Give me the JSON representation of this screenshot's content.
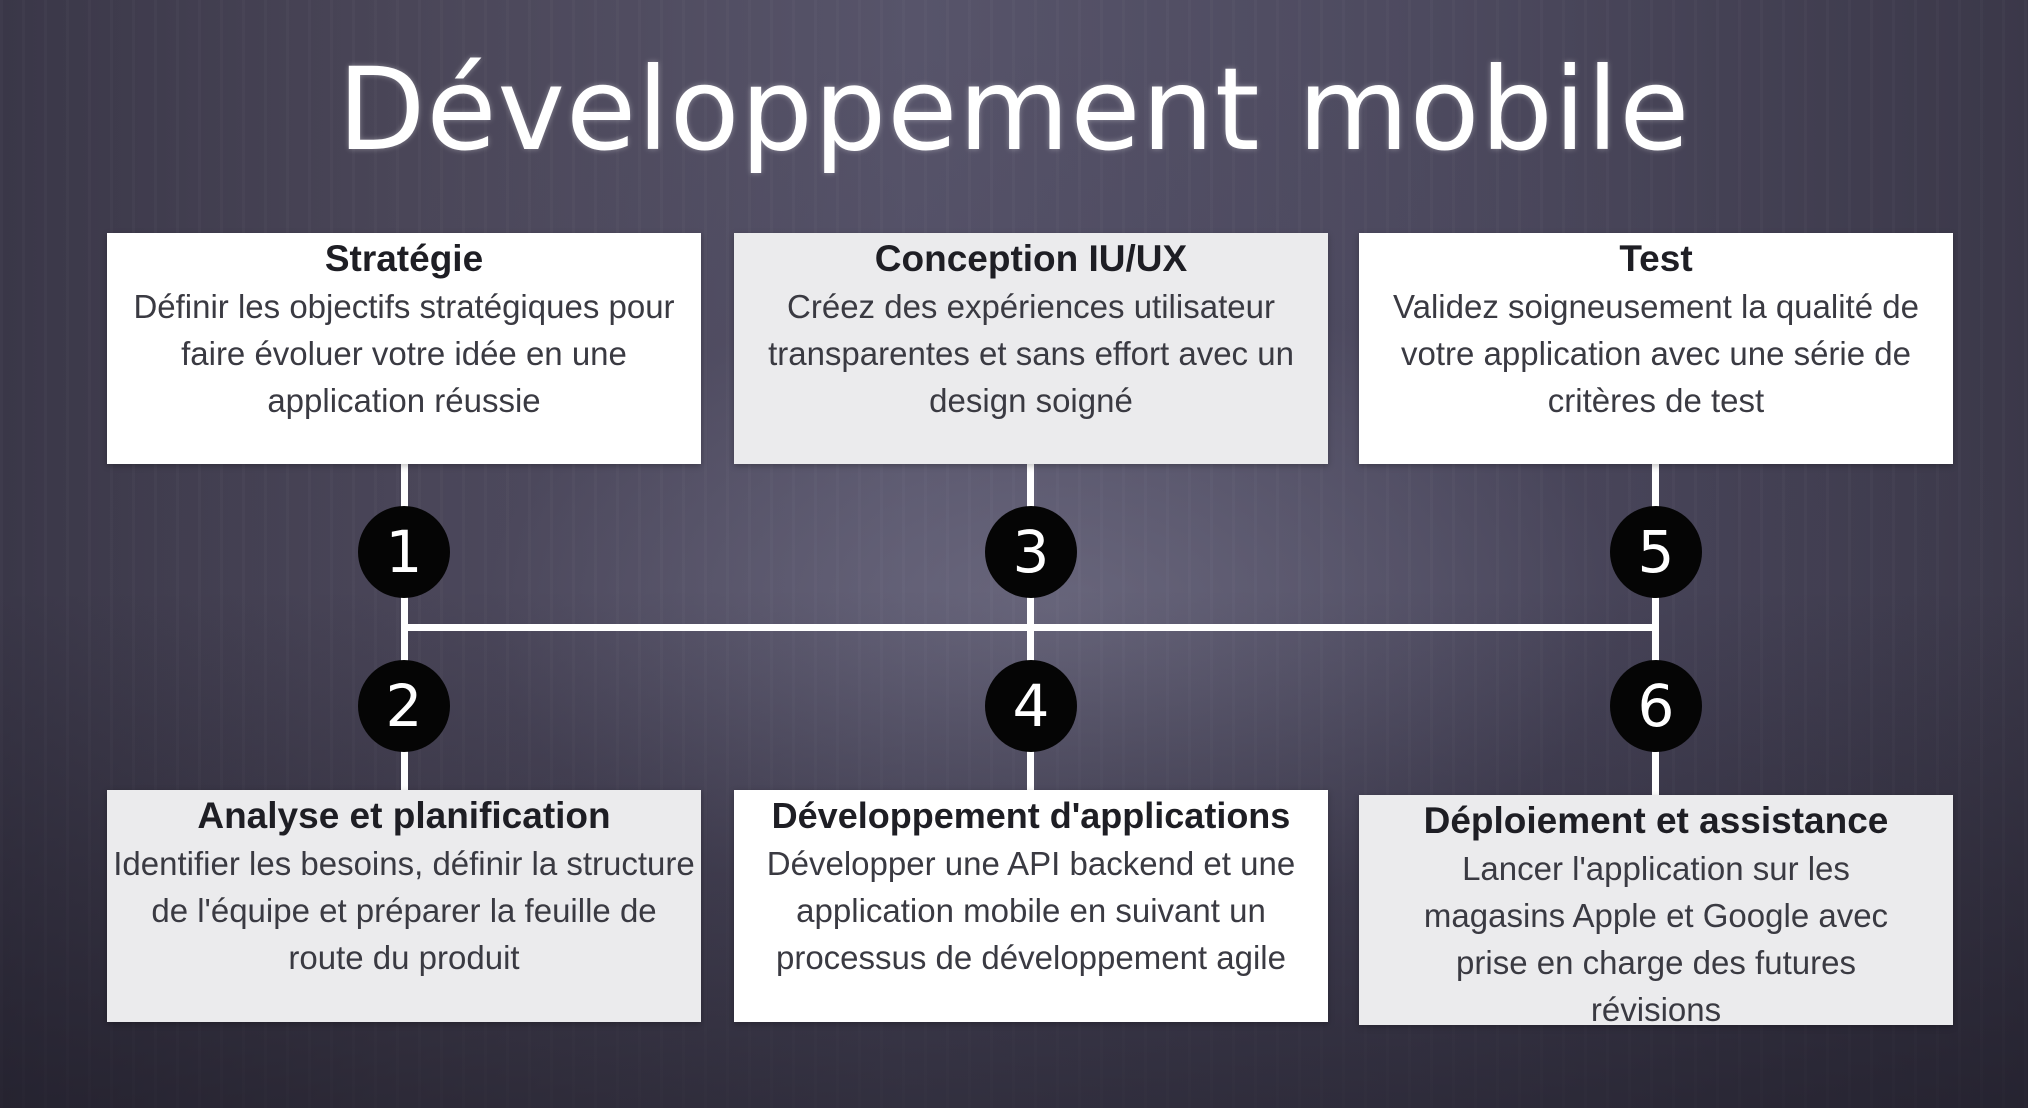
{
  "title": "Développement mobile",
  "steps": [
    {
      "number": "1",
      "heading": "Stratégie",
      "text": "Définir les objectifs stratégiques pour faire évoluer votre idée en une application réussie"
    },
    {
      "number": "2",
      "heading": "Analyse et planification",
      "text": "Identifier les besoins, définir la structure de l'équipe et préparer la feuille de route du produit"
    },
    {
      "number": "3",
      "heading": "Conception IU/UX",
      "text": "Créez des expériences utilisateur transparentes et sans effort avec un design soigné"
    },
    {
      "number": "4",
      "heading": "Développement d'applications",
      "text": "Développer une API backend et une application mobile en suivant un processus de développement agile"
    },
    {
      "number": "5",
      "heading": "Test",
      "text": "Validez soigneusement la qualité de votre application avec une série de critères de test"
    },
    {
      "number": "6",
      "heading": "Déploiement et assistance",
      "text": "Lancer l'application sur les magasins Apple et Google avec prise en charge des futures révisions"
    }
  ],
  "colors": {
    "card_white": "#ffffff",
    "card_gray": "#ebebed",
    "badge": "#050505",
    "connector": "#ffffff"
  }
}
